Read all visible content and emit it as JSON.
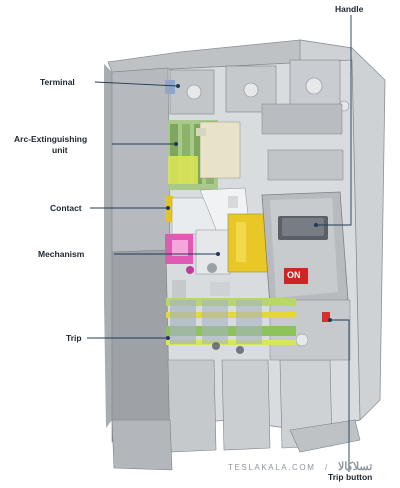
{
  "diagram": {
    "labels": {
      "handle": "Handle",
      "terminal": "Terminal",
      "arc_line1": "Arc-Extinguishing",
      "arc_line2": "unit",
      "contact": "Contact",
      "mechanism": "Mechanism",
      "trip": "Trip",
      "trip_button": "Trip button",
      "on_indicator": "ON"
    },
    "watermark": {
      "site": "TESLAKALA.COM",
      "separator": "/",
      "brand_fa": "تسلاکالا"
    }
  }
}
